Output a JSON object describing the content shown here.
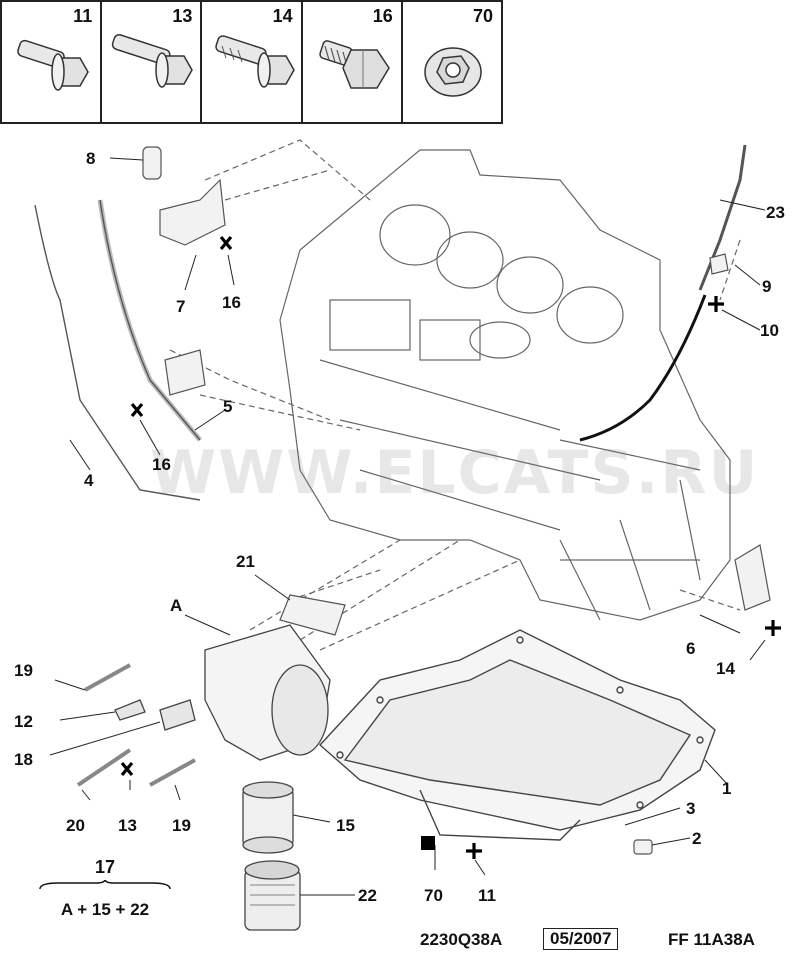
{
  "fasteners": [
    {
      "num": "11",
      "icon": "flange-bolt-icon"
    },
    {
      "num": "13",
      "icon": "long-bolt-icon"
    },
    {
      "num": "14",
      "icon": "shoulder-bolt-icon"
    },
    {
      "num": "16",
      "icon": "hex-bolt-icon"
    },
    {
      "num": "70",
      "icon": "flange-nut-icon"
    }
  ],
  "callouts": {
    "c8": "8",
    "c7": "7",
    "c16a": "16",
    "c23": "23",
    "c9": "9",
    "c10": "10",
    "c5": "5",
    "c16b": "16",
    "c4": "4",
    "c21": "21",
    "cA": "A",
    "c6": "6",
    "c14": "14",
    "c19a": "19",
    "c12": "12",
    "c18": "18",
    "c20": "20",
    "c13": "13",
    "c19b": "19",
    "c15": "15",
    "c1": "1",
    "c3": "3",
    "c2": "2",
    "c70": "70",
    "c11": "11",
    "c22": "22"
  },
  "legend": {
    "number": "17",
    "formula": "A + 15 + 22"
  },
  "footer": {
    "ref": "2230Q38A",
    "date": "05/2007",
    "code": "FF 11A38A"
  },
  "watermark": "WWW.ELCATS.RU"
}
